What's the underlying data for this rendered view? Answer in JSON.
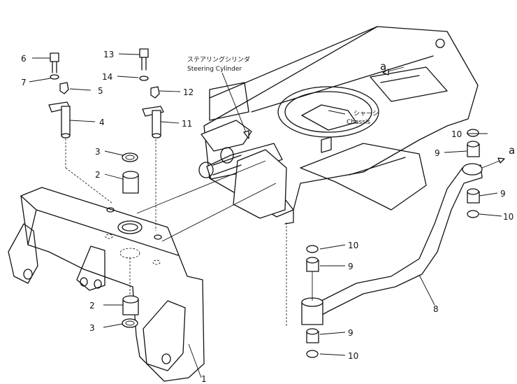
{
  "labels": {
    "steering_jp": "ステアリングシリンダ",
    "steering_en": "Steering  Cylinder",
    "chassis_jp": "シャーシ",
    "chassis_en": "Chassis",
    "view_a": "a"
  },
  "parts": [
    "1",
    "2",
    "3",
    "4",
    "5",
    "6",
    "7",
    "8",
    "9",
    "10",
    "11",
    "12",
    "13",
    "14"
  ],
  "ink_color": "#111111",
  "paper_color": "#ffffff"
}
